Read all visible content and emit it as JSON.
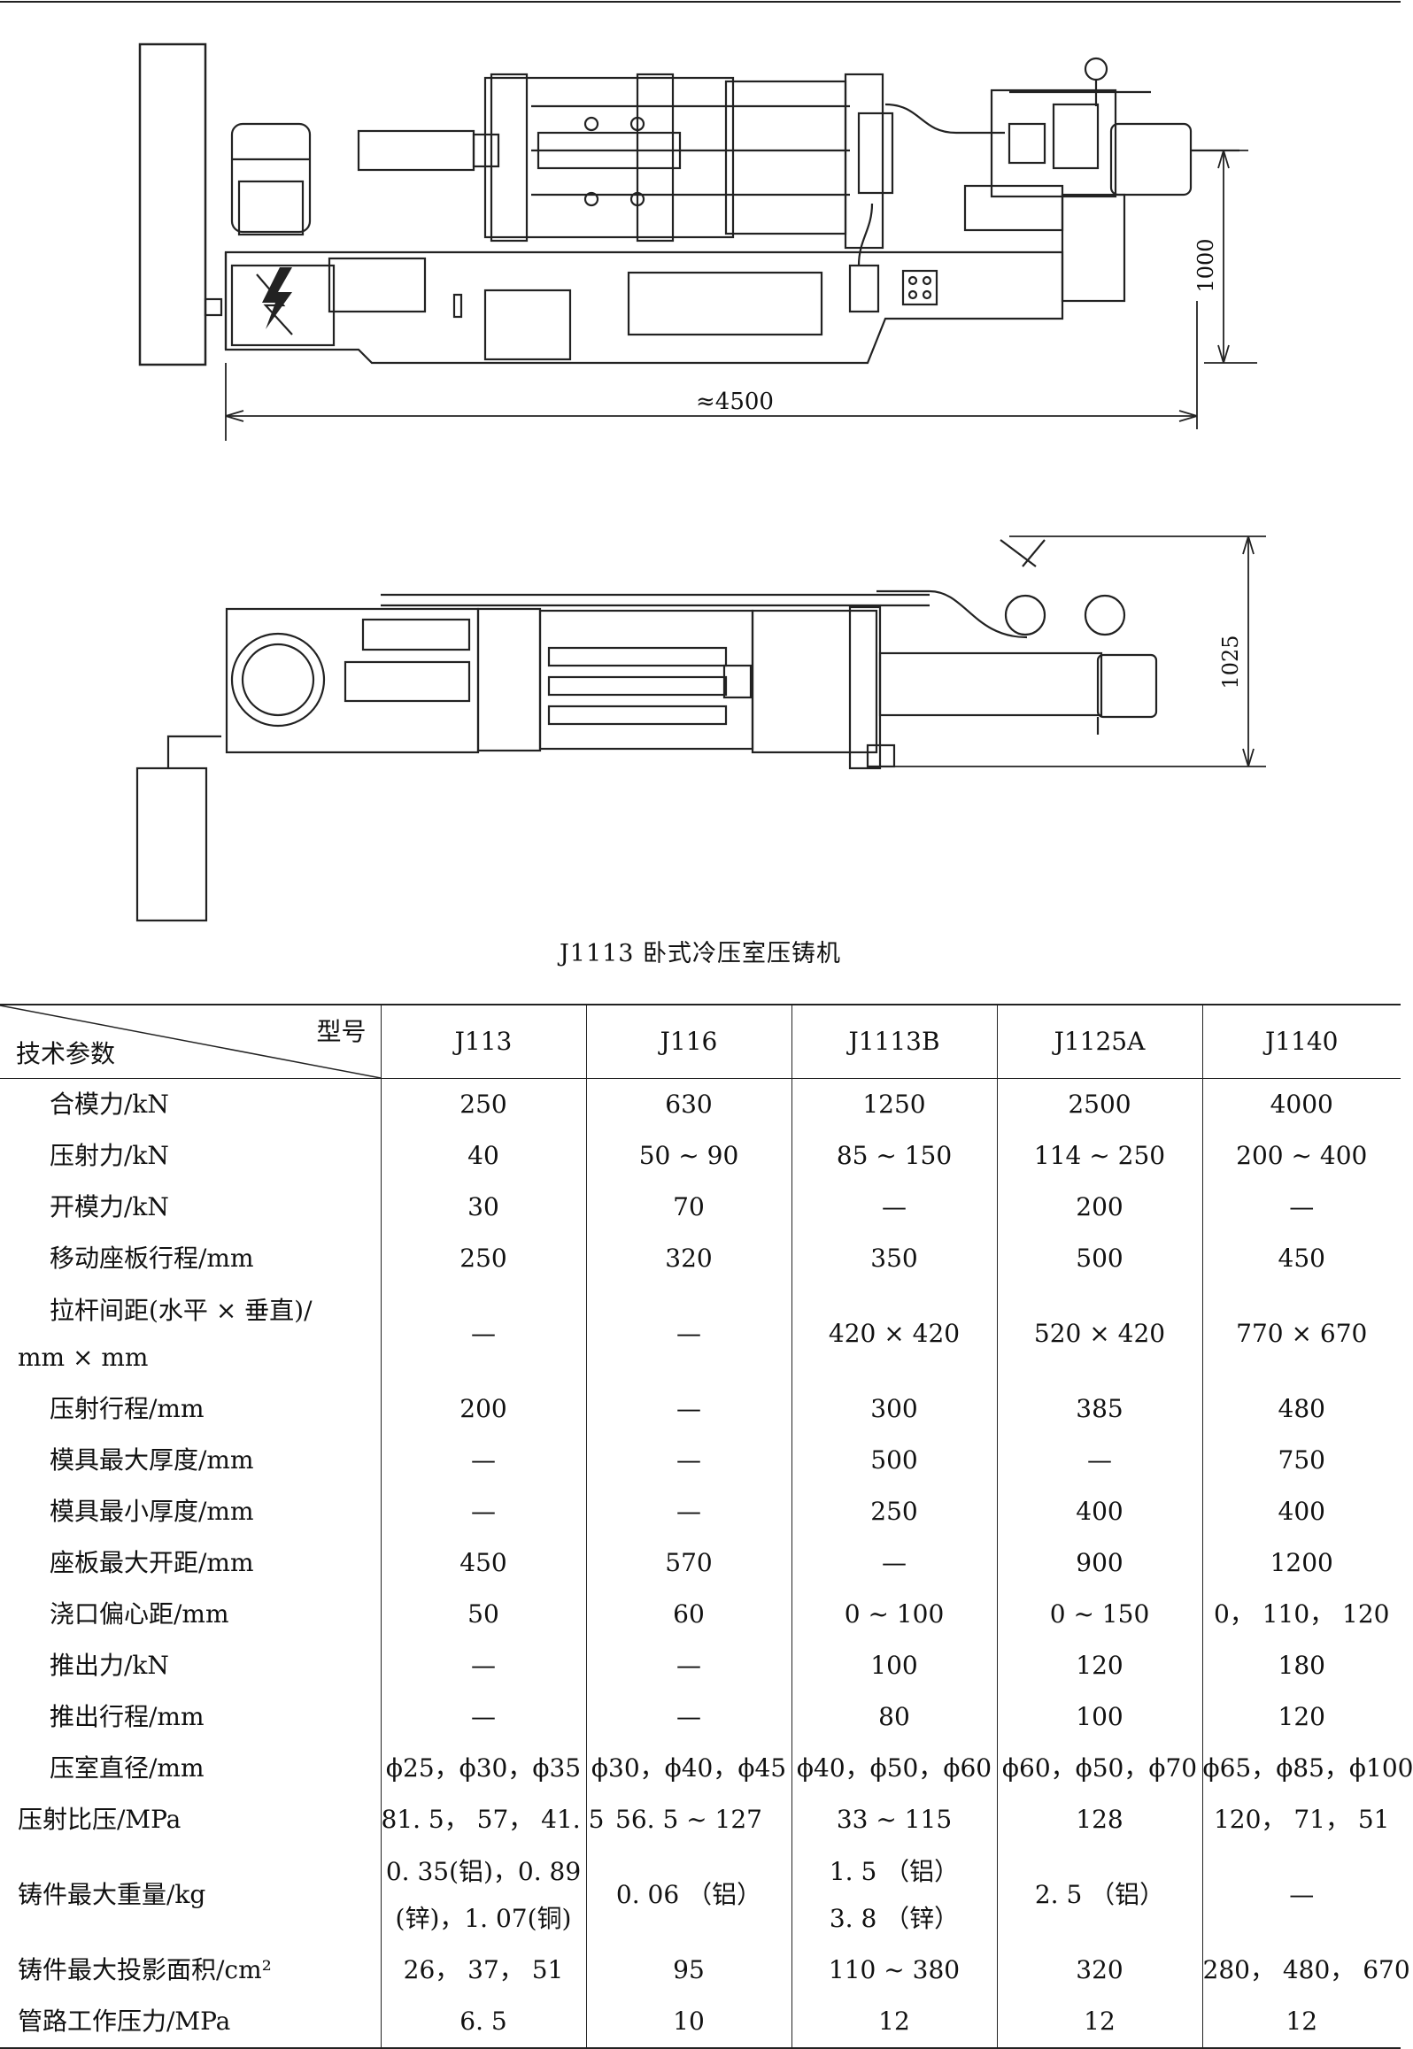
{
  "figure": {
    "dim_height_top": "1000",
    "dim_length_top": "≈4500",
    "dim_height_bottom": "1025",
    "caption": "J1113 卧式冷压室压铸机"
  },
  "table": {
    "header_top": "型号",
    "header_bottom": "技术参数",
    "models": [
      "J113",
      "J116",
      "J1113B",
      "J1125A",
      "J1140"
    ],
    "rows": [
      {
        "param": "合模力/kN",
        "values": [
          "250",
          "630",
          "1250",
          "2500",
          "4000"
        ]
      },
      {
        "param": "压射力/kN",
        "values": [
          "40",
          "50 ~ 90",
          "85 ~ 150",
          "114 ~ 250",
          "200 ~ 400"
        ]
      },
      {
        "param": "开模力/kN",
        "values": [
          "30",
          "70",
          "—",
          "200",
          "—"
        ]
      },
      {
        "param": "移动座板行程/mm",
        "values": [
          "250",
          "320",
          "350",
          "500",
          "450"
        ]
      },
      {
        "param": "拉杆间距(水平 × 垂直)/",
        "param2": "mm × mm",
        "values": [
          "—",
          "—",
          "420 × 420",
          "520 × 420",
          "770 × 670"
        ]
      },
      {
        "param": "压射行程/mm",
        "values": [
          "200",
          "—",
          "300",
          "385",
          "480"
        ]
      },
      {
        "param": "模具最大厚度/mm",
        "values": [
          "—",
          "—",
          "500",
          "—",
          "750"
        ]
      },
      {
        "param": "模具最小厚度/mm",
        "values": [
          "—",
          "—",
          "250",
          "400",
          "400"
        ]
      },
      {
        "param": "座板最大开距/mm",
        "values": [
          "450",
          "570",
          "—",
          "900",
          "1200"
        ]
      },
      {
        "param": "浇口偏心距/mm",
        "values": [
          "50",
          "60",
          "0 ~ 100",
          "0 ~ 150",
          "0， 110， 120"
        ]
      },
      {
        "param": "推出力/kN",
        "values": [
          "—",
          "—",
          "100",
          "120",
          "180"
        ]
      },
      {
        "param": "推出行程/mm",
        "values": [
          "—",
          "—",
          "80",
          "100",
          "120"
        ]
      },
      {
        "param": "压室直径/mm",
        "values": [
          "ϕ25，ϕ30，ϕ35",
          "ϕ30，ϕ40，ϕ45",
          "ϕ40，ϕ50，ϕ60",
          "ϕ60，ϕ50，ϕ70",
          "ϕ65，ϕ85，ϕ100"
        ]
      },
      {
        "param": "压射比压/MPa",
        "values": [
          "81. 5， 57， 41. 5",
          "56. 5 ~ 127",
          "33 ~ 115",
          "128",
          "120， 71， 51"
        ]
      },
      {
        "param": "铸件最大重量/kg",
        "values": [
          "0. 35(铝)，0. 89",
          "0. 06 （铝）",
          "1. 5 （铝）",
          "2. 5 （铝）",
          "—"
        ],
        "values2": [
          "(锌)，1. 07(铜)",
          "",
          "3. 8 （锌）",
          "",
          ""
        ]
      },
      {
        "param": "铸件最大投影面积/cm²",
        "values": [
          "26， 37， 51",
          "95",
          "110 ~ 380",
          "320",
          "280， 480， 670"
        ]
      },
      {
        "param": "管路工作压力/MPa",
        "values": [
          "6. 5",
          "10",
          "12",
          "12",
          "12"
        ]
      }
    ]
  }
}
